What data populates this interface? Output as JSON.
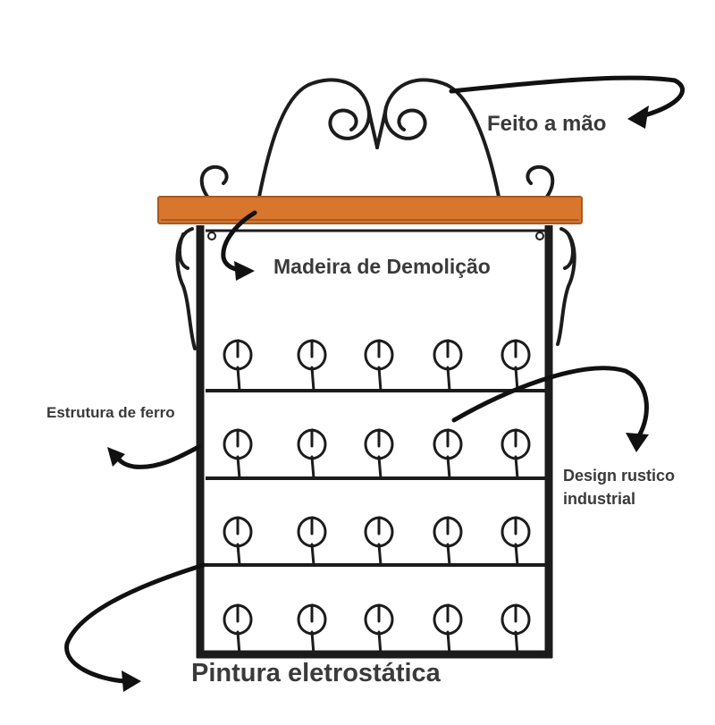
{
  "labels": {
    "feito_a_mao": "Feito a mão",
    "madeira": "Madeira de Demolição",
    "estrutura": "Estrutura de ferro",
    "design_line1": "Design rustico",
    "design_line2": "industrial",
    "pintura": "Pintura eletrostática"
  },
  "colors": {
    "iron": "#1c1c1c",
    "wood": "#d9762e",
    "wood_edge": "#a85a20",
    "arrow": "#111111",
    "text": "#3a3a3a",
    "background": "#ffffff"
  },
  "rack": {
    "rows": 4,
    "hooks_per_row": 5
  }
}
